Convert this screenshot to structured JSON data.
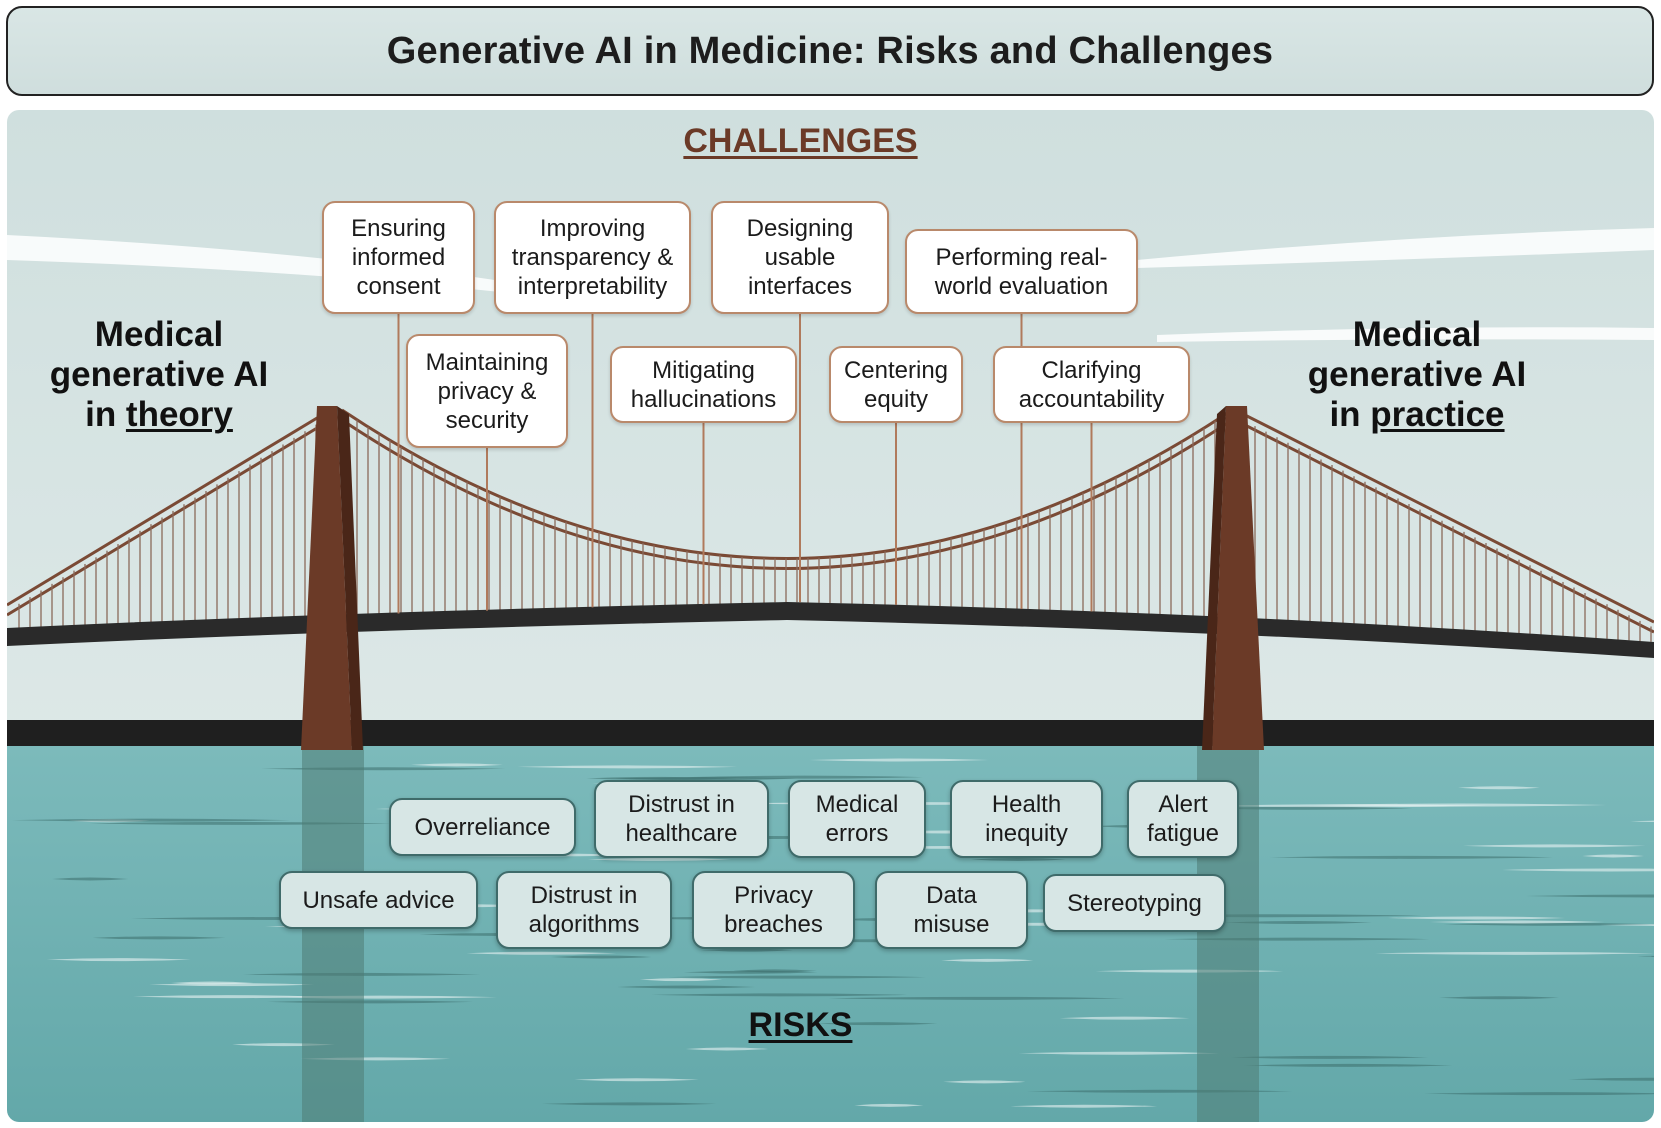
{
  "title": "Generative AI in Medicine: Risks and Challenges",
  "challenges_heading": "CHALLENGES",
  "risks_heading": "RISKS",
  "left_label": {
    "line1": "Medical",
    "line2": "generative AI",
    "prefix": "in ",
    "emph": "theory"
  },
  "right_label": {
    "line1": "Medical",
    "line2": "generative AI",
    "prefix": "in ",
    "emph": "practice"
  },
  "challenges": [
    "Ensuring informed consent",
    "Improving transparency & interpretability",
    "Designing usable interfaces",
    "Performing real-world evaluation",
    "Maintaining privacy & security",
    "Mitigating hallucinations",
    "Centering equity",
    "Clarifying accountability"
  ],
  "risks": [
    "Overreliance",
    "Distrust in healthcare",
    "Medical errors",
    "Health inequity",
    "Alert fatigue",
    "Unsafe advice",
    "Distrust in algorithms",
    "Privacy breaches",
    "Data misuse",
    "Stereotyping"
  ],
  "colors": {
    "sky": "#d3e3e2",
    "water": "#6fb1b2",
    "tower": "#6b3a27",
    "deck": "#2a2a2a",
    "challenge_heading": "#6b3a27",
    "challenge_border": "#b9896b",
    "risk_border": "#3f6b6a"
  }
}
